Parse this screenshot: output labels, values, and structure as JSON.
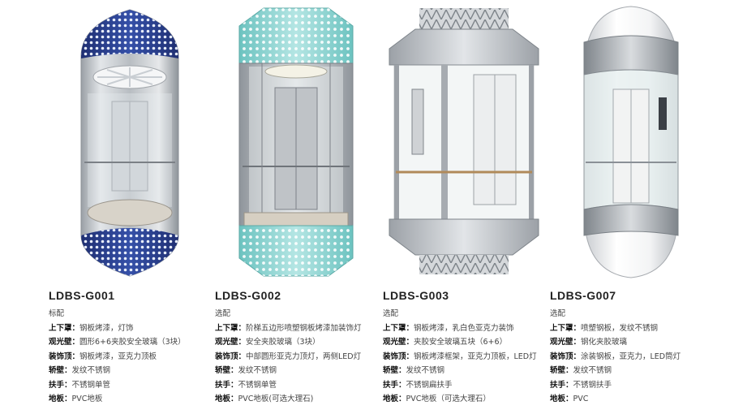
{
  "products": [
    {
      "model": "LDBS-G001",
      "specs": [
        {
          "label": "",
          "value": "标配"
        },
        {
          "label": "上下罩：",
          "value": "钢板烤漆，灯饰"
        },
        {
          "label": "观光壁：",
          "value": "圆形6+6夹胶安全玻璃（3块）"
        },
        {
          "label": "装饰顶：",
          "value": "钢板烤漆，亚克力顶板"
        },
        {
          "label": "轿壁：",
          "value": "发纹不锈钢"
        },
        {
          "label": "扶手：",
          "value": "不锈钢单管"
        },
        {
          "label": "地板：",
          "value": "PVC地板"
        }
      ]
    },
    {
      "model": "LDBS-G002",
      "specs": [
        {
          "label": "",
          "value": "选配"
        },
        {
          "label": "上下罩：",
          "value": "阶梯五边形喷塑钢板烤漆加装饰灯"
        },
        {
          "label": "观光壁：",
          "value": "安全夹胶玻璃（3块）"
        },
        {
          "label": "装饰顶：",
          "value": "中部圆形亚克力顶灯，两侧LED灯"
        },
        {
          "label": "轿壁：",
          "value": "发纹不锈钢"
        },
        {
          "label": "扶手：",
          "value": "不锈钢单管"
        },
        {
          "label": "地板：",
          "value": "PVC地板(可选大理石)"
        }
      ]
    },
    {
      "model": "LDBS-G003",
      "specs": [
        {
          "label": "",
          "value": "选配"
        },
        {
          "label": "上下罩：",
          "value": "钢板烤漆，乳白色亚克力装饰"
        },
        {
          "label": "观光壁：",
          "value": "夹胶安全玻璃五块（6+6）"
        },
        {
          "label": "装饰顶：",
          "value": "钢板烤漆框架，亚克力顶板，LED灯"
        },
        {
          "label": "轿壁：",
          "value": "发纹不锈钢"
        },
        {
          "label": "扶手：",
          "value": "不锈钢扁扶手"
        },
        {
          "label": "地板：",
          "value": "PVC地板（可选大理石）"
        }
      ]
    },
    {
      "model": "LDBS-G007",
      "specs": [
        {
          "label": "",
          "value": "选配"
        },
        {
          "label": "上下罩：",
          "value": "喷塑钢板，发纹不锈钢"
        },
        {
          "label": "观光壁：",
          "value": "钢化夹胶玻璃"
        },
        {
          "label": "装饰顶：",
          "value": "涂装钢板，亚克力，LED筒灯"
        },
        {
          "label": "轿壁：",
          "value": "发纹不锈钢"
        },
        {
          "label": "扶手：",
          "value": "不锈钢扶手"
        },
        {
          "label": "地板：",
          "value": "PVC"
        }
      ]
    }
  ],
  "colors": {
    "g001_cap": "#2a3f8f",
    "g002_cap": "#8fd3d0",
    "steel": "#c9ccd0",
    "glass": "#dfe8e8"
  }
}
